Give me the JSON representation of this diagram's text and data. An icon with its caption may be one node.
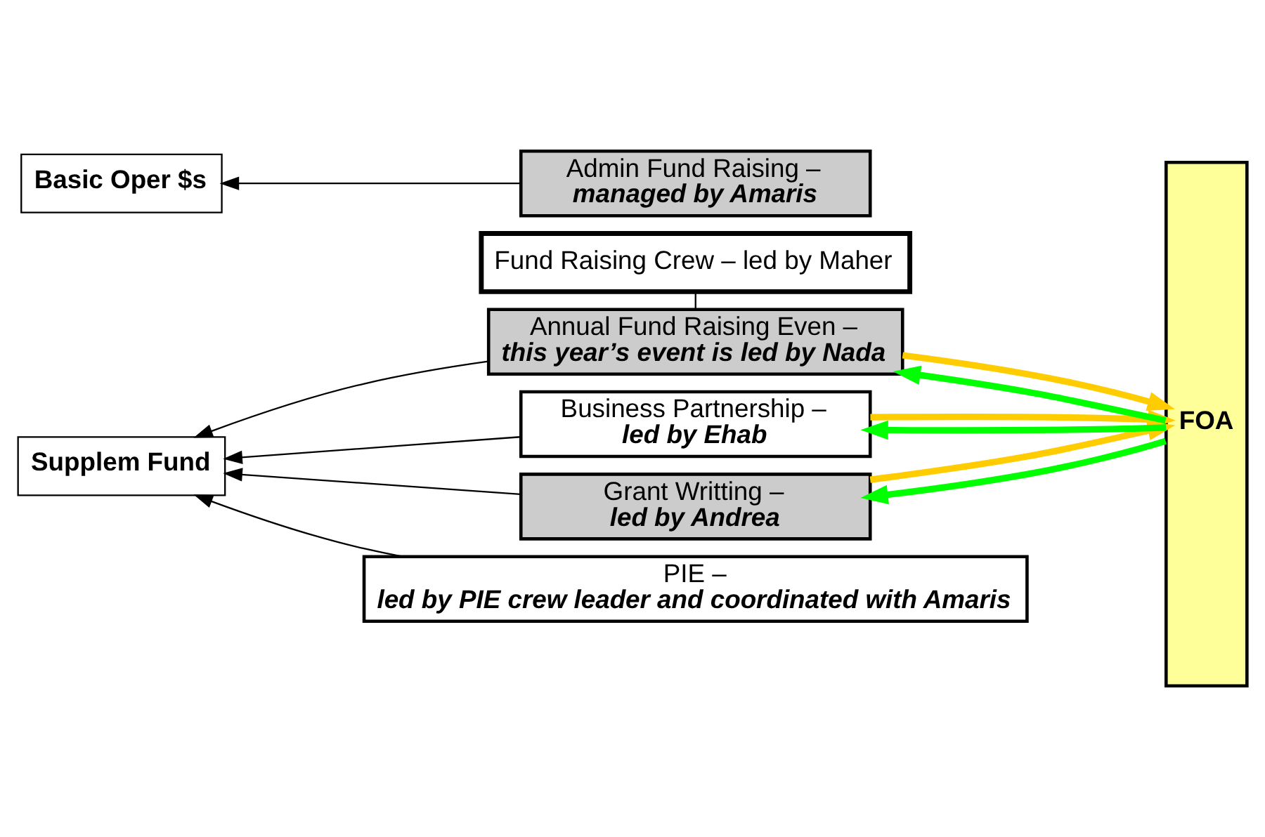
{
  "diagram": {
    "nodes": [
      {
        "text": [
          "Fund Raising Crew – led by Maher"
        ]
      },
      {
        "text": [
          "Annual Fund Raising Even –",
          "this year’s event is led by Nada"
        ]
      },
      {
        "text": [
          "Business Partnership –",
          "led by Ehab"
        ]
      },
      {
        "text": [
          "Admin Fund Raising –",
          "managed by Amaris"
        ]
      },
      {
        "text": [
          "PIE –",
          "led by PIE crew leader and coordinated with Amaris"
        ]
      },
      {
        "text": [
          "Grant Writting –",
          "led by Andrea"
        ]
      },
      {
        "text": [
          "Basic Oper $s"
        ]
      },
      {
        "text": [
          "Supplem Fund"
        ]
      },
      {
        "text": [
          "FOA"
        ]
      }
    ],
    "edges": [
      {
        "from": 0,
        "to": 1,
        "arrow": "none"
      },
      {
        "from": 1,
        "to": 7,
        "arrow": "to"
      },
      {
        "from": 2,
        "to": 7,
        "arrow": "to"
      },
      {
        "from": 3,
        "to": 6,
        "arrow": "to"
      },
      {
        "from": 4,
        "to": 7,
        "arrow": "to"
      },
      {
        "from": 5,
        "to": 7,
        "arrow": "to"
      },
      {
        "from": 8,
        "to": 1,
        "arrow": "to",
        "style": "thick",
        "color": "#00ff00"
      },
      {
        "from": 1,
        "to": 8,
        "arrow": "to",
        "style": "thick",
        "color": "#ffcc00"
      },
      {
        "from": 8,
        "to": 2,
        "arrow": "to",
        "style": "thick",
        "color": "#00ff00"
      },
      {
        "from": 2,
        "to": 8,
        "arrow": "to",
        "style": "thick",
        "color": "#ffcc00"
      },
      {
        "from": 8,
        "to": 5,
        "arrow": "to",
        "style": "thick",
        "color": "#00ff00"
      },
      {
        "from": 5,
        "to": 8,
        "arrow": "to",
        "style": "thick",
        "color": "#ffcc00"
      }
    ]
  }
}
